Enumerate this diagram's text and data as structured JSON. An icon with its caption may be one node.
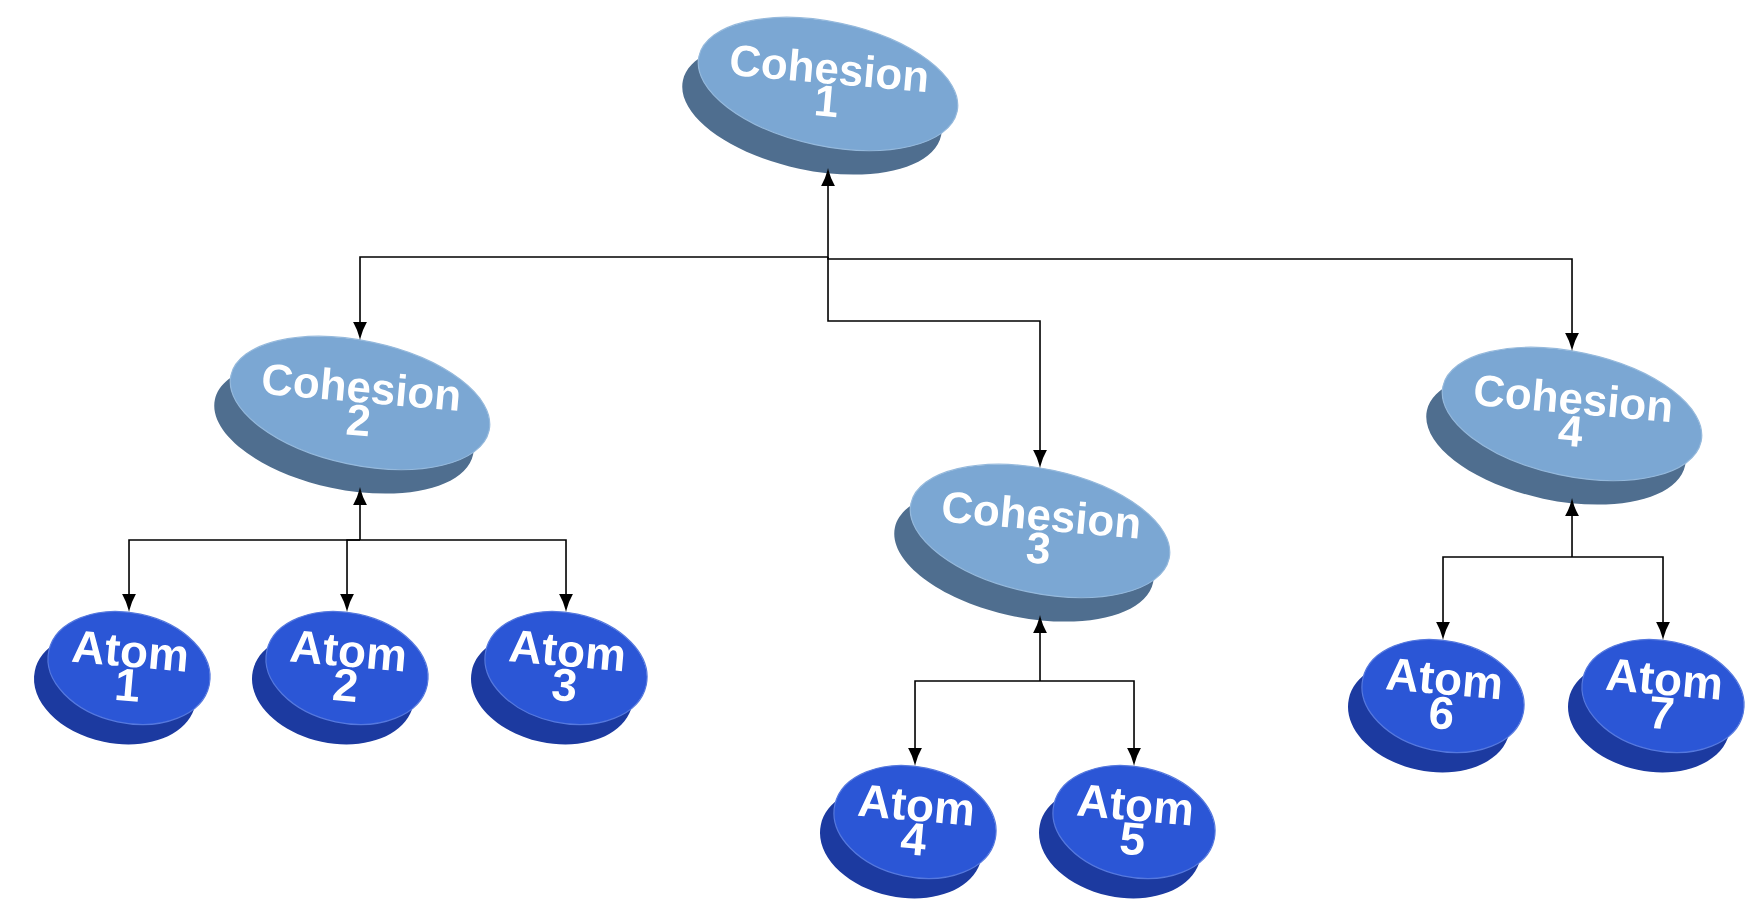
{
  "diagram": {
    "nodes": [
      {
        "text": [
          "Cohesion 1"
        ]
      },
      {
        "text": [
          "Cohesion 2"
        ]
      },
      {
        "text": [
          "Cohesion 3"
        ]
      },
      {
        "text": [
          "Cohesion 4"
        ]
      },
      {
        "text": [
          "Atom 1"
        ]
      },
      {
        "text": [
          "Atom 2"
        ]
      },
      {
        "text": [
          "Atom 3"
        ]
      },
      {
        "text": [
          "Atom 4"
        ]
      },
      {
        "text": [
          "Atom 5"
        ]
      },
      {
        "text": [
          "Atom 6"
        ]
      },
      {
        "text": [
          "Atom 7"
        ]
      }
    ],
    "edges": [
      {
        "from": 0,
        "to": 1,
        "arrow": "both"
      },
      {
        "from": 0,
        "to": 2,
        "arrow": "both"
      },
      {
        "from": 0,
        "to": 3,
        "arrow": "both"
      },
      {
        "from": 1,
        "to": 4,
        "arrow": "both"
      },
      {
        "from": 1,
        "to": 5,
        "arrow": "both"
      },
      {
        "from": 1,
        "to": 6,
        "arrow": "both"
      },
      {
        "from": 2,
        "to": 7,
        "arrow": "both"
      },
      {
        "from": 2,
        "to": 8,
        "arrow": "both"
      },
      {
        "from": 3,
        "to": 9,
        "arrow": "both"
      },
      {
        "from": 3,
        "to": 10,
        "arrow": "both"
      }
    ]
  }
}
